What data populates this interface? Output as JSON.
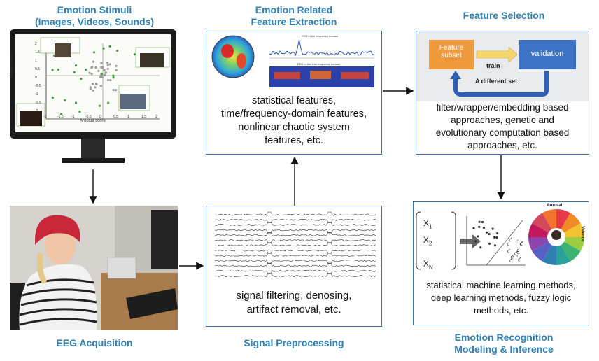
{
  "stimuli": {
    "title_line1": "Emotion Stimuli",
    "title_line2": "(Images, Videos, Sounds)",
    "plot_xlabel": "Arousal score",
    "plot_ylabel": "Valence score",
    "x_ticks": [
      "-2",
      "-1.5",
      "-1",
      "-0.5",
      "0",
      "0.5",
      "1",
      "1.5",
      "2"
    ],
    "y_ticks": [
      "2",
      "1.5",
      "1",
      "0.5",
      "0",
      "-0.5",
      "-1",
      "-1.5",
      "-2"
    ]
  },
  "eeg": {
    "title": "EEG Acquisition"
  },
  "feature_extraction": {
    "title_line1": "Emotion Related",
    "title_line2": "Feature Extraction",
    "line1": "statistical features,",
    "line2": "time/frequency-domain features,",
    "line3": "nonlinear chaotic system",
    "line4": "features, etc.",
    "plot1_title": "EEG in the frequency domain",
    "plot2_title": "EEG in the time-frequency domain"
  },
  "feature_selection": {
    "title": "Feature Selection",
    "subset_label": "Feature subset",
    "validation_label": "validation",
    "train_label": "train",
    "different_set_label": "A different set",
    "line1": "filter/wrapper/embedding based",
    "line2": "approaches, genetic and",
    "line3": "evolutionary computation based",
    "line4": "approaches, etc."
  },
  "preprocessing": {
    "title": "Signal Preprocessing",
    "line1": "signal filtering, denosing,",
    "line2": "artifact removal, etc."
  },
  "recognition": {
    "title_line1": "Emotion Recognition",
    "title_line2": "Modeling & Inference",
    "features": [
      "X",
      "X",
      "X"
    ],
    "feature_subscripts": [
      "1",
      "2",
      "N"
    ],
    "line1": "statistical machine learning methods,",
    "line2": "deep learning methods, fuzzy logic",
    "line3": "methods, etc.",
    "wheel_top_label": "Arousal",
    "wheel_side_label": "Valence"
  },
  "colors": {
    "title_blue": "#2f7fb3",
    "box_border": "#3b6fae",
    "subset_orange": "#f09a3e",
    "validation_blue": "#3e72c4"
  }
}
